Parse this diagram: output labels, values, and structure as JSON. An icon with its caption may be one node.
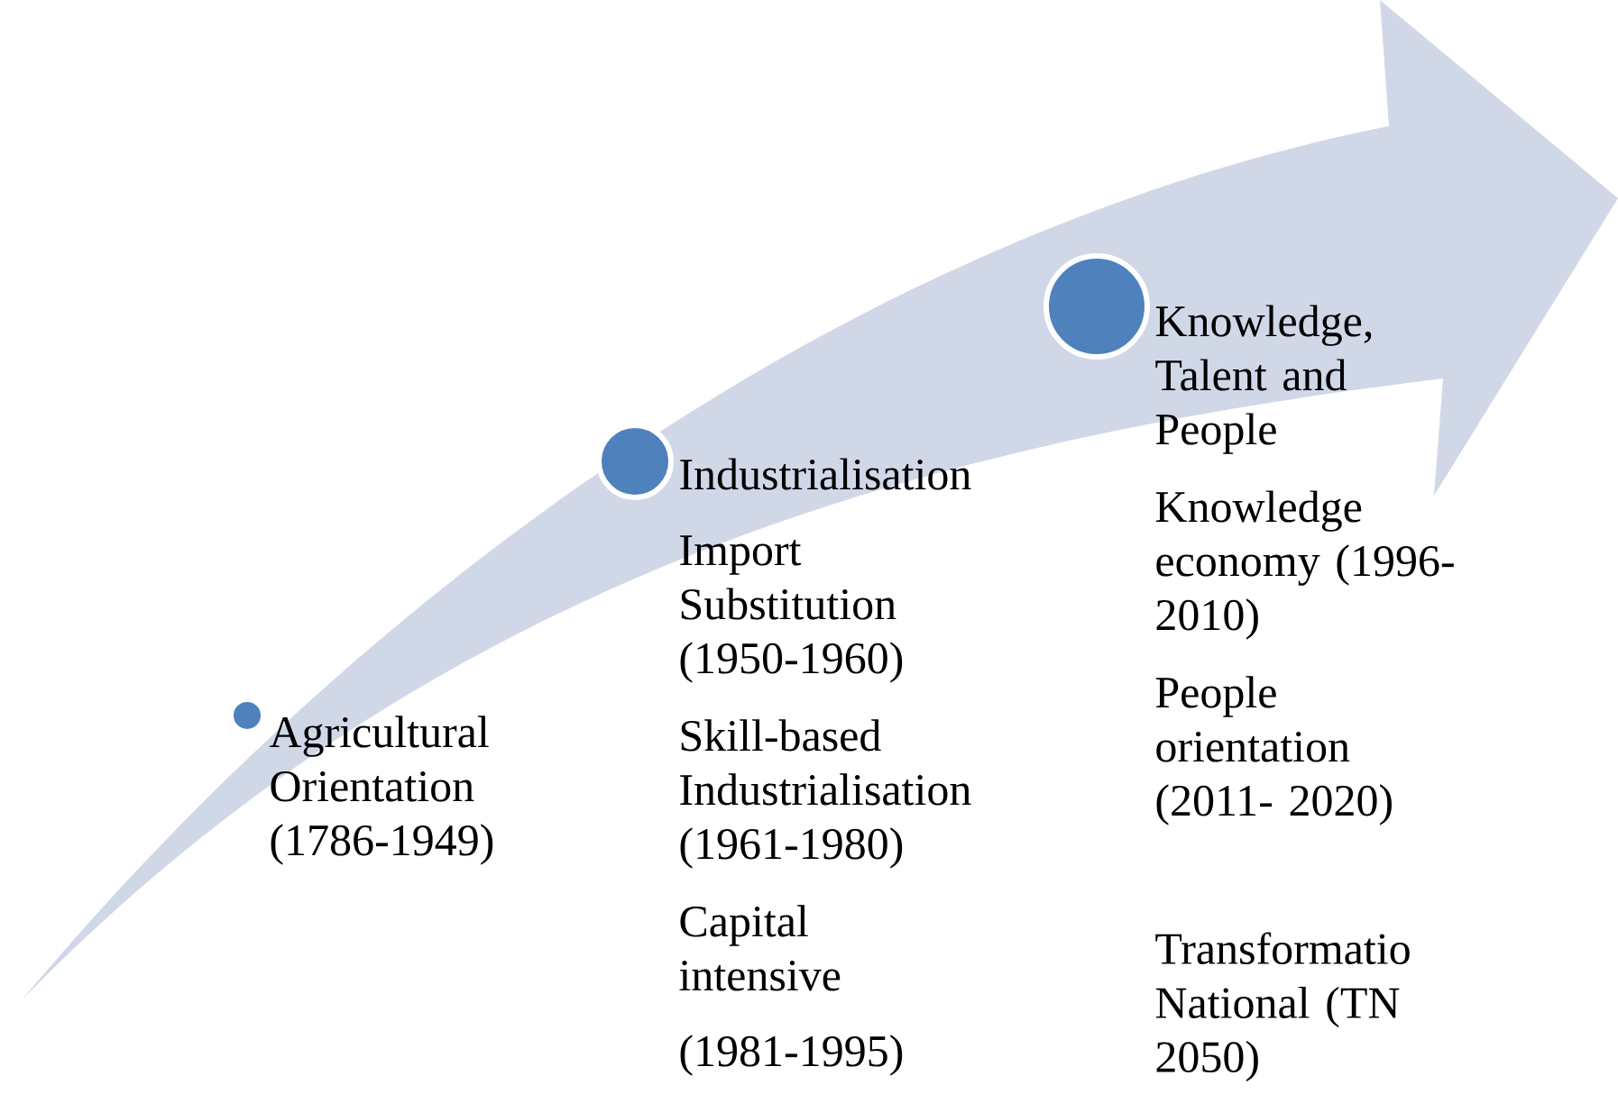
{
  "diagram": {
    "nodes": [
      {
        "text": [],
        "shape": "circle",
        "beside": [
          "Agricultural Orientation (1786-1949)"
        ]
      },
      {
        "text": [],
        "shape": "circle",
        "beside": [
          "Industrialisation",
          "Import Substitution (1950-1960)",
          "Skill-based Industrialisation (1961-1980)",
          "Capital intensive",
          "(1981-1995)"
        ]
      },
      {
        "text": [],
        "shape": "circle",
        "beside": [
          "Knowledge, Talent and People",
          "Knowledge economy (1996-2010)",
          "People orientation (2011- 2020)",
          "Transformatio National (TN 2050)"
        ]
      }
    ]
  }
}
